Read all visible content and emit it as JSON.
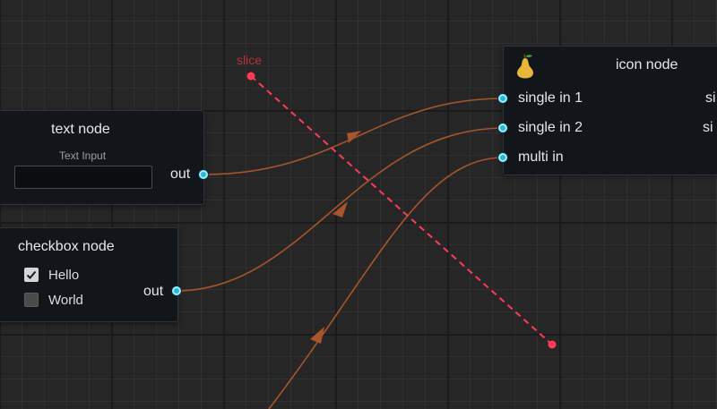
{
  "slice": {
    "label": "slice",
    "color": "#ff3b55"
  },
  "wire_color": "#a8552b",
  "text_node": {
    "title": "text node",
    "input_label": "Text Input",
    "input_value": "",
    "output_label": "out"
  },
  "checkbox_node": {
    "title": "checkbox node",
    "options": [
      {
        "label": "Hello",
        "checked": true
      },
      {
        "label": "World",
        "checked": false
      }
    ],
    "output_label": "out"
  },
  "icon_node": {
    "title": "icon node",
    "icon": "pear",
    "inputs": [
      "single in 1",
      "single in 2",
      "multi in"
    ],
    "outputs_partial": [
      "si",
      "si"
    ]
  }
}
